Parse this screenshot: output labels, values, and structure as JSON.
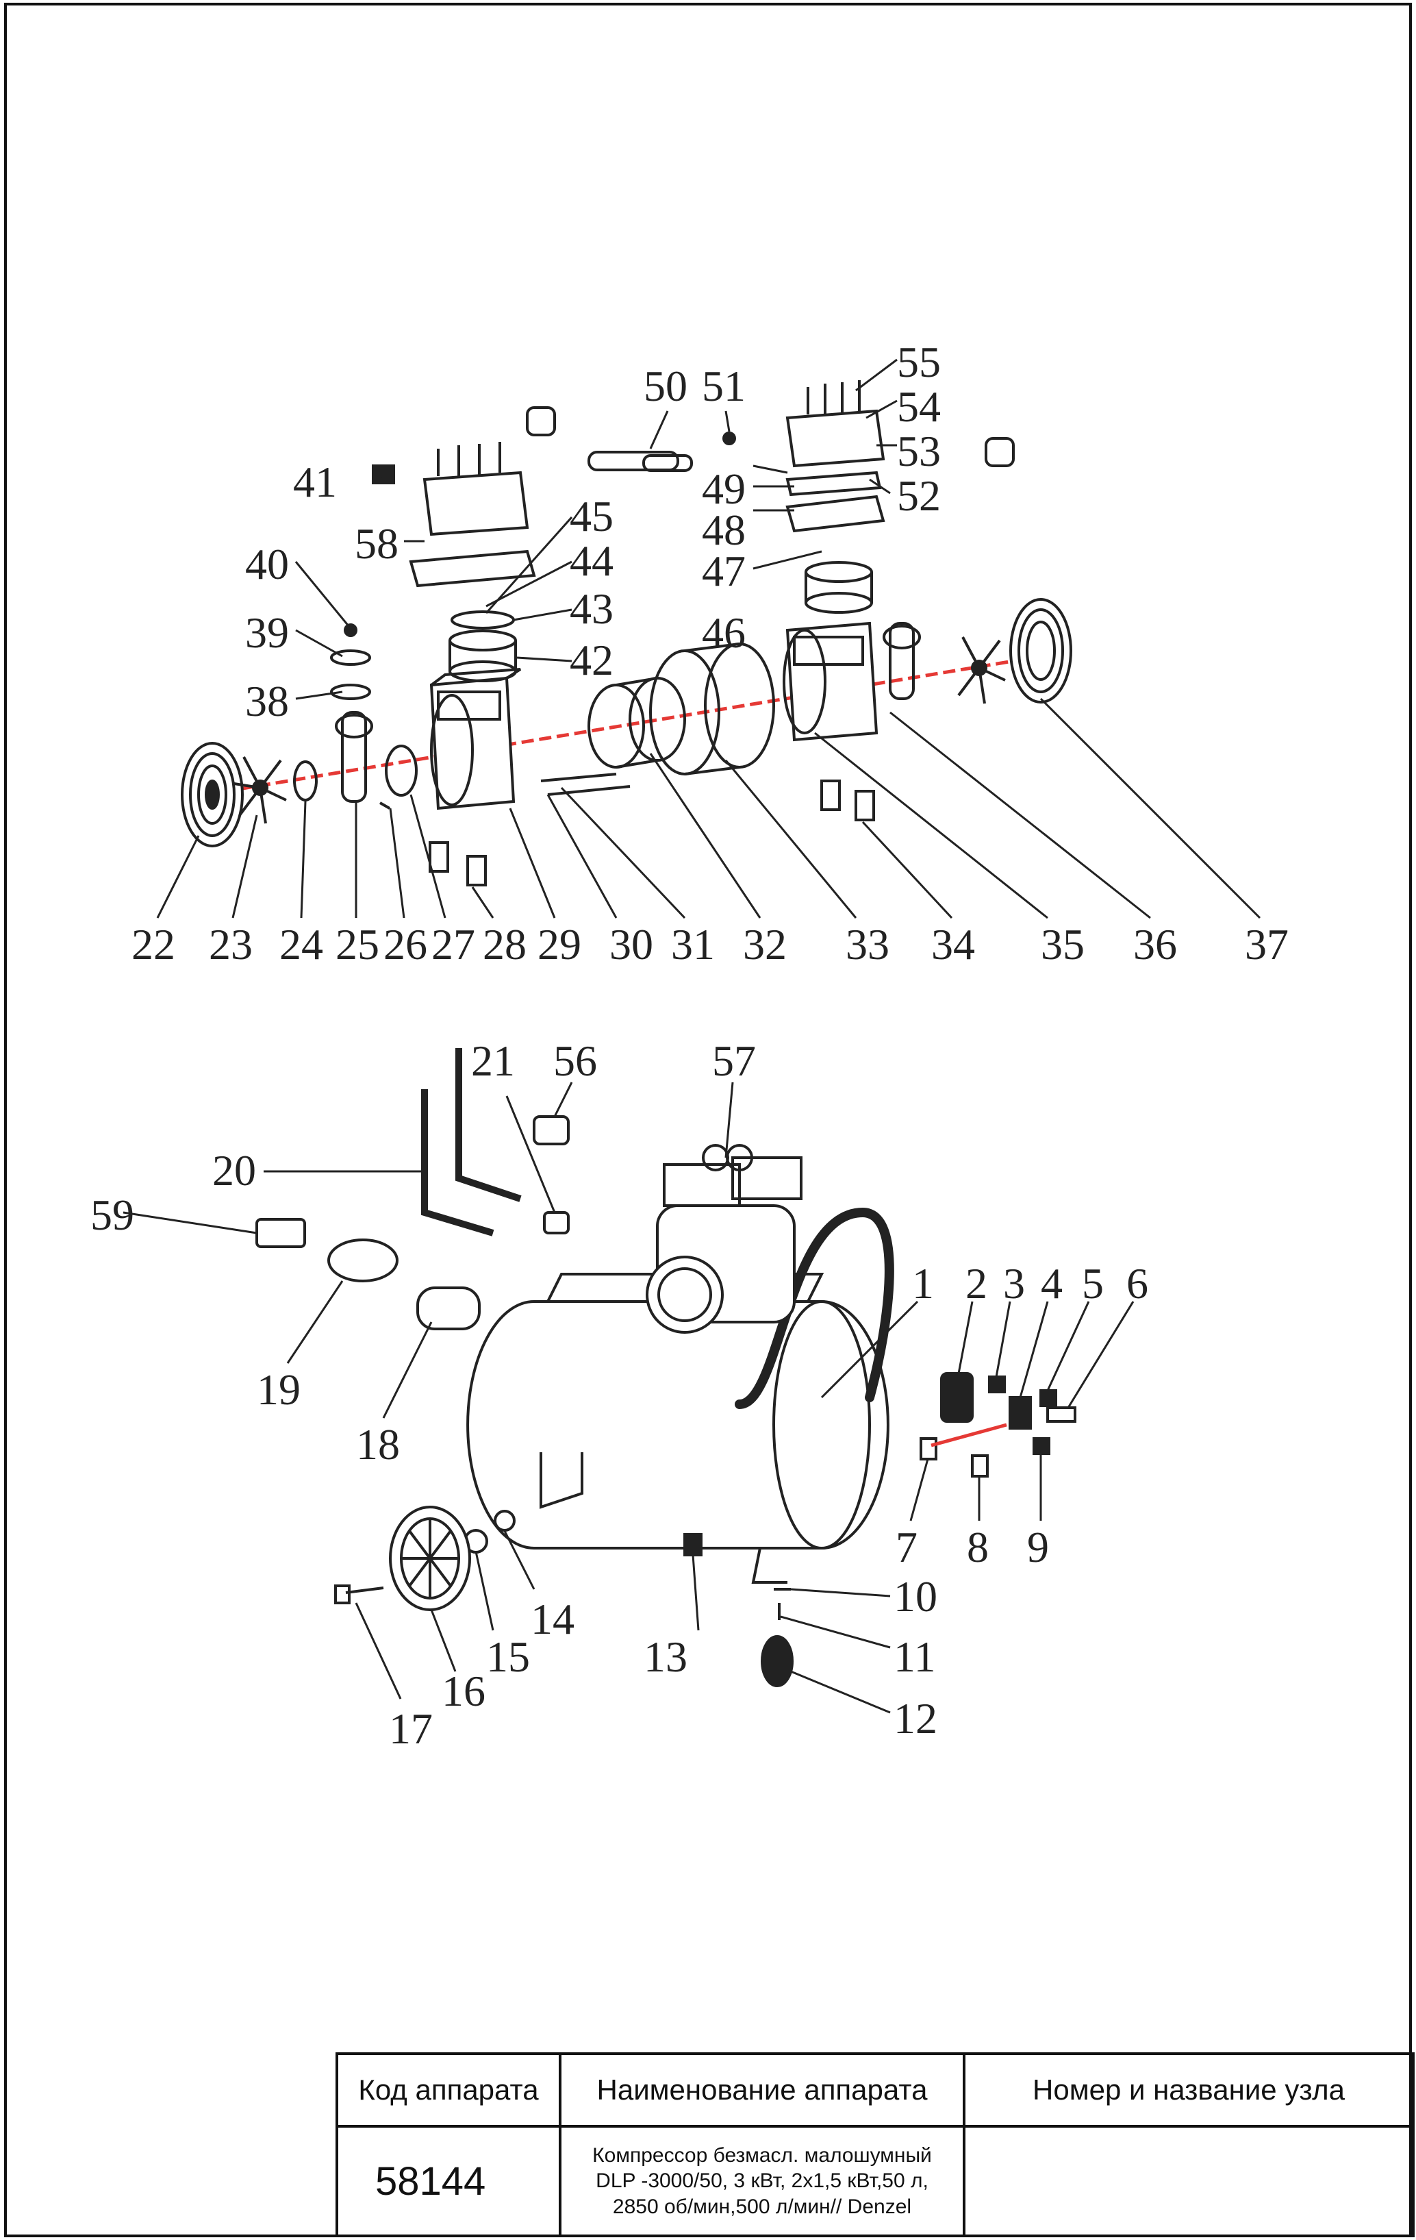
{
  "stamp": {
    "header_code": "Код аппарата",
    "header_name": "Наименование аппарата",
    "header_node": "Номер и название узла",
    "code": "58144",
    "name_line1": "Компрессор   безмасл. малошумный",
    "name_line2": "DLP -3000/50, 3 кВт, 2x1,5 кВт,50 л,",
    "name_line3": "2850 об/мин,500    л/мин// Denzel",
    "node": ""
  },
  "callouts": {
    "n1": "1",
    "n2": "2",
    "n3": "3",
    "n4": "4",
    "n5": "5",
    "n6": "6",
    "n7": "7",
    "n8": "8",
    "n9": "9",
    "n10": "10",
    "n11": "11",
    "n12": "12",
    "n13": "13",
    "n14": "14",
    "n15": "15",
    "n16": "16",
    "n17": "17",
    "n18": "18",
    "n19": "19",
    "n20": "20",
    "n21": "21",
    "n22": "22",
    "n23": "23",
    "n24": "24",
    "n25": "25",
    "n26": "26",
    "n27": "27",
    "n28": "28",
    "n29": "29",
    "n30": "30",
    "n31": "31",
    "n32": "32",
    "n33": "33",
    "n34": "34",
    "n35": "35",
    "n36": "36",
    "n37": "37",
    "n38": "38",
    "n39": "39",
    "n40": "40",
    "n41": "41",
    "n42": "42",
    "n43": "43",
    "n44": "44",
    "n45": "45",
    "n46": "46",
    "n47": "47",
    "n48": "48",
    "n49": "49",
    "n50": "50",
    "n51": "51",
    "n52": "52",
    "n53": "53",
    "n54": "54",
    "n55": "55",
    "n56": "56",
    "n57": "57",
    "n58": "58",
    "n59": "59"
  },
  "colors": {
    "axis": "#e53935",
    "ink": "#222222",
    "border": "#111111"
  }
}
